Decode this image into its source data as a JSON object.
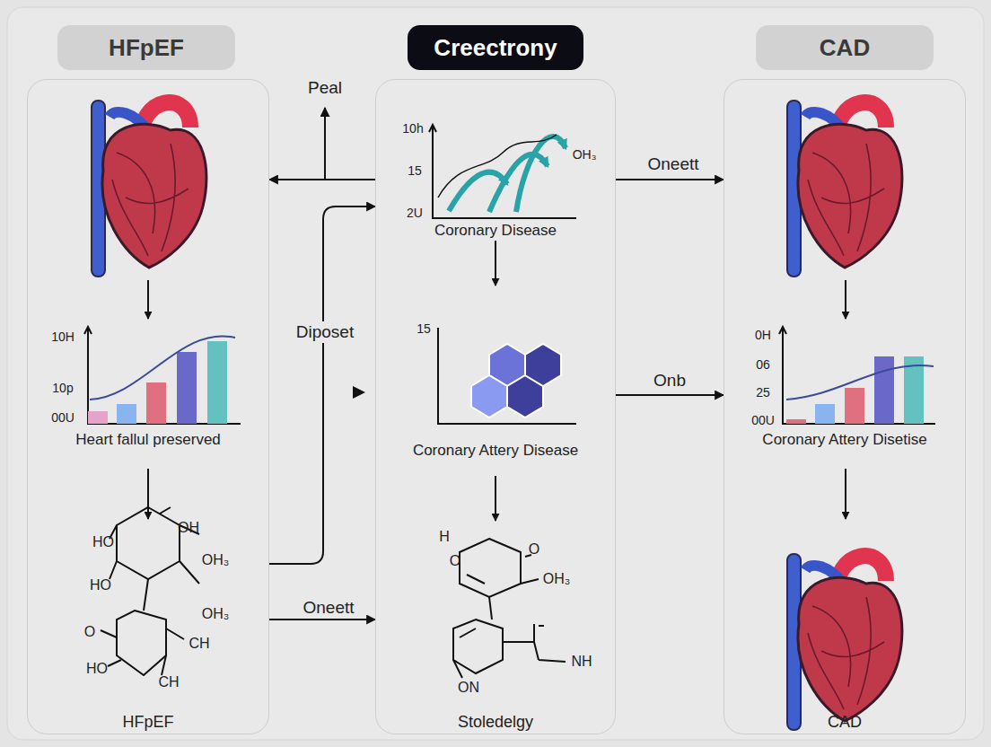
{
  "diagram": {
    "nodes": [
      {
        "text": [
          "HFpEF"
        ]
      },
      {
        "text": [
          "Creectrony"
        ]
      },
      {
        "text": [
          "CAD"
        ]
      },
      {
        "text": [
          "HFpEF"
        ]
      },
      {
        "text": [
          "Stoledelgy"
        ]
      },
      {
        "text": [
          "CAD"
        ]
      }
    ],
    "edges": [
      {
        "from": 4,
        "to": 3,
        "arrow": "to",
        "label": "Peal"
      },
      {
        "from": 4,
        "to": 5,
        "arrow": "to",
        "label": "Oneett"
      },
      {
        "from": 4,
        "to": 5,
        "arrow": "to",
        "label": "Onb"
      },
      {
        "from": 3,
        "to": 4,
        "arrow": "to",
        "label": "Oneett"
      },
      {
        "from": 3,
        "to": 4,
        "arrow": "to",
        "label": "Diposet"
      }
    ],
    "labels": [
      "10H",
      "10p",
      "00U",
      "Heart fallul preserved",
      "HO",
      "OH",
      "OH₃",
      "OH₃",
      "HO",
      "O",
      "HO",
      "CH",
      "CH",
      "10h",
      "15",
      "2U",
      "OH₃",
      "Coronary Disease",
      "15",
      "Coronary Attery Disease",
      "H",
      "O",
      "O",
      "OH₃",
      "ON",
      "NH",
      "0H",
      "06",
      "25",
      "00U",
      "Coronary Attery Disetise"
    ]
  }
}
